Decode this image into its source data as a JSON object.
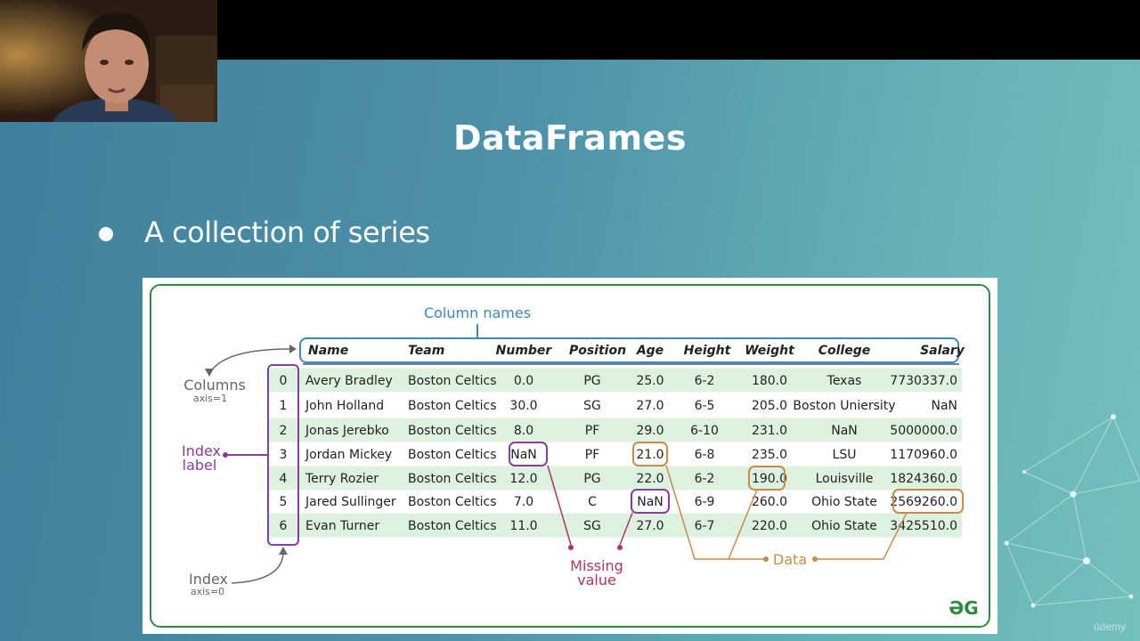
{
  "slide": {
    "title": "DataFrames",
    "bullet": "A collection of series"
  },
  "diagram": {
    "column_names_label": "Column names",
    "columns_label": "Columns",
    "columns_axis": "axis=1",
    "index_label_line1": "Index",
    "index_label_line2": "label",
    "index_label": "Index",
    "index_axis": "axis=0",
    "missing_line1": "Missing",
    "missing_line2": "value",
    "data_label": "Data",
    "logo": "ƏG",
    "headers": [
      "Name",
      "Team",
      "Number",
      "Position",
      "Age",
      "Height",
      "Weight",
      "College",
      "Salary"
    ],
    "index": [
      "0",
      "1",
      "2",
      "3",
      "4",
      "5",
      "6"
    ],
    "rows": [
      [
        "Avery Bradley",
        "Boston Celtics",
        "0.0",
        "PG",
        "25.0",
        "6-2",
        "180.0",
        "Texas",
        "7730337.0"
      ],
      [
        "John Holland",
        "Boston Celtics",
        "30.0",
        "SG",
        "27.0",
        "6-5",
        "205.0",
        "Boston Uniersity",
        "NaN"
      ],
      [
        "Jonas Jerebko",
        "Boston Celtics",
        "8.0",
        "PF",
        "29.0",
        "6-10",
        "231.0",
        "NaN",
        "5000000.0"
      ],
      [
        "Jordan Mickey",
        "Boston Celtics",
        "NaN",
        "PF",
        "21.0",
        "6-8",
        "235.0",
        "LSU",
        "1170960.0"
      ],
      [
        "Terry Rozier",
        "Boston Celtics",
        "12.0",
        "PG",
        "22.0",
        "6-2",
        "190.0",
        "Louisville",
        "1824360.0"
      ],
      [
        "Jared Sullinger",
        "Boston Celtics",
        "7.0",
        "C",
        "NaN",
        "6-9",
        "260.0",
        "Ohio State",
        "2569260.0"
      ],
      [
        "Evan Turner",
        "Boston Celtics",
        "11.0",
        "SG",
        "27.0",
        "6-7",
        "220.0",
        "Ohio State",
        "3425510.0"
      ]
    ],
    "colors": {
      "row_band": "#ddf1df",
      "purple": "#8a3d9c",
      "orange": "#c98a4a",
      "missing": "#b0306a",
      "blue": "#3c8ab5",
      "green": "#2e8b3e"
    }
  },
  "watermark": "ûdemy"
}
